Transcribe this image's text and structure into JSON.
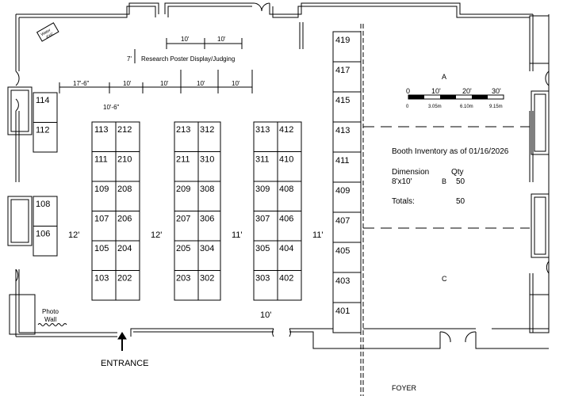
{
  "labels": {
    "research_area": "Research Poster Display/Judging",
    "entrance": "ENTRANCE",
    "foyer": "FOYER",
    "photo_wall_1": "Photo",
    "photo_wall_2": "Wall",
    "pole_label_1": "Water",
    "pole_label_2": "4'x6'",
    "section_a": "A",
    "section_b": "B",
    "section_c": "C",
    "dim_7": "7'",
    "dim_17_6": "17'-6\"",
    "dim_10_6": "10'-6\"",
    "dim_10": "10'",
    "aisle_12": "12'",
    "aisle_11": "11'",
    "aisle_10": "10'"
  },
  "scale_bar": {
    "top_labels": [
      "0",
      "10'",
      "20'",
      "30'"
    ],
    "bottom_labels": [
      "0",
      "3.05m",
      "6.10m",
      "9.15m"
    ]
  },
  "inventory": {
    "title": "Booth Inventory as of 01/16/2026",
    "dimension_header": "Dimension",
    "qty_header": "Qty",
    "dimension": "8'x10'",
    "qty": "50",
    "totals_label": "Totals:",
    "totals_value": "50"
  },
  "booths": {
    "left_wall_top": [
      "114",
      "112"
    ],
    "left_wall_bottom": [
      "108",
      "106"
    ],
    "block1_left": [
      "113",
      "111",
      "109",
      "107",
      "105",
      "103"
    ],
    "block1_right": [
      "212",
      "210",
      "208",
      "206",
      "204",
      "202"
    ],
    "block2_left": [
      "213",
      "211",
      "209",
      "207",
      "205",
      "203"
    ],
    "block2_right": [
      "312",
      "310",
      "308",
      "306",
      "304",
      "302"
    ],
    "block3_left": [
      "313",
      "311",
      "309",
      "307",
      "305",
      "303"
    ],
    "block3_right": [
      "412",
      "410",
      "408",
      "406",
      "404",
      "402"
    ],
    "right_column": [
      "419",
      "417",
      "415",
      "413",
      "411",
      "409",
      "407",
      "405",
      "403",
      "401"
    ]
  }
}
